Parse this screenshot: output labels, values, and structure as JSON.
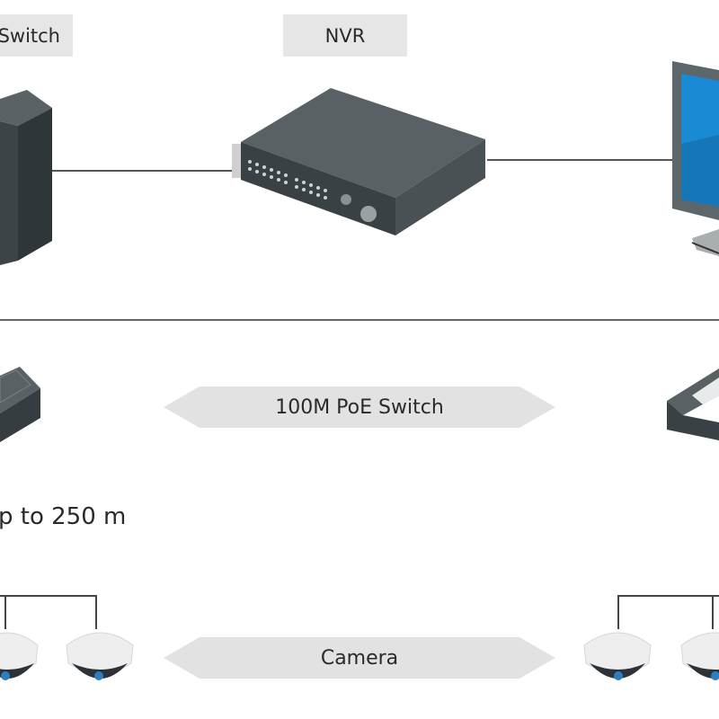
{
  "diagram": {
    "labels": {
      "core_switch": "Switch",
      "nvr": "NVR",
      "poe_switch": "100M PoE Switch",
      "distance": "p to 250 m",
      "camera": "Camera"
    },
    "colors": {
      "label_bg": "#e6e6e6",
      "device_dark": "#3c4347",
      "device_top": "#545b5f",
      "screen_blue": "#1a8ad4",
      "line": "#555555",
      "camera_dome": "#eeeeee",
      "camera_lens": "#2a7fc0"
    }
  }
}
